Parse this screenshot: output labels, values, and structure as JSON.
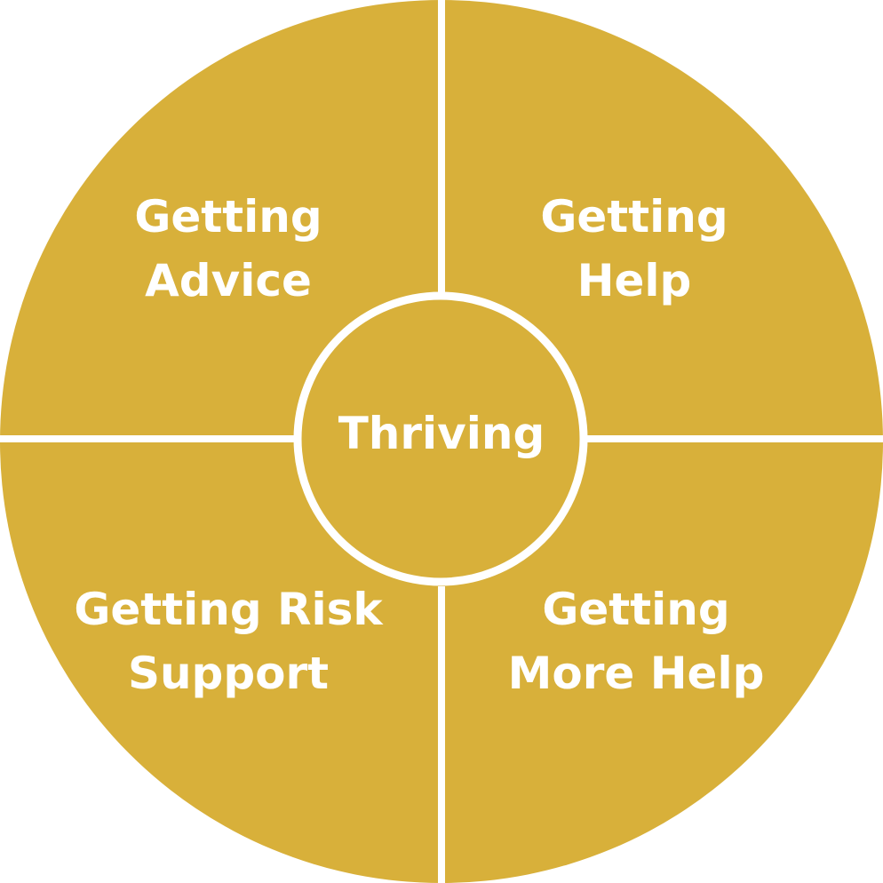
{
  "colors": {
    "fill": "#d8b03a",
    "stroke": "#ffffff",
    "text": "#ffffff"
  },
  "center": {
    "label": "Thriving"
  },
  "quadrants": [
    {
      "position": "top-left",
      "line1": "Getting",
      "line2": "Advice"
    },
    {
      "position": "top-right",
      "line1": "Getting",
      "line2": "Help"
    },
    {
      "position": "bottom-left",
      "line1": "Getting Risk",
      "line2": "Support"
    },
    {
      "position": "bottom-right",
      "line1": "Getting",
      "line2": "More Help"
    }
  ]
}
